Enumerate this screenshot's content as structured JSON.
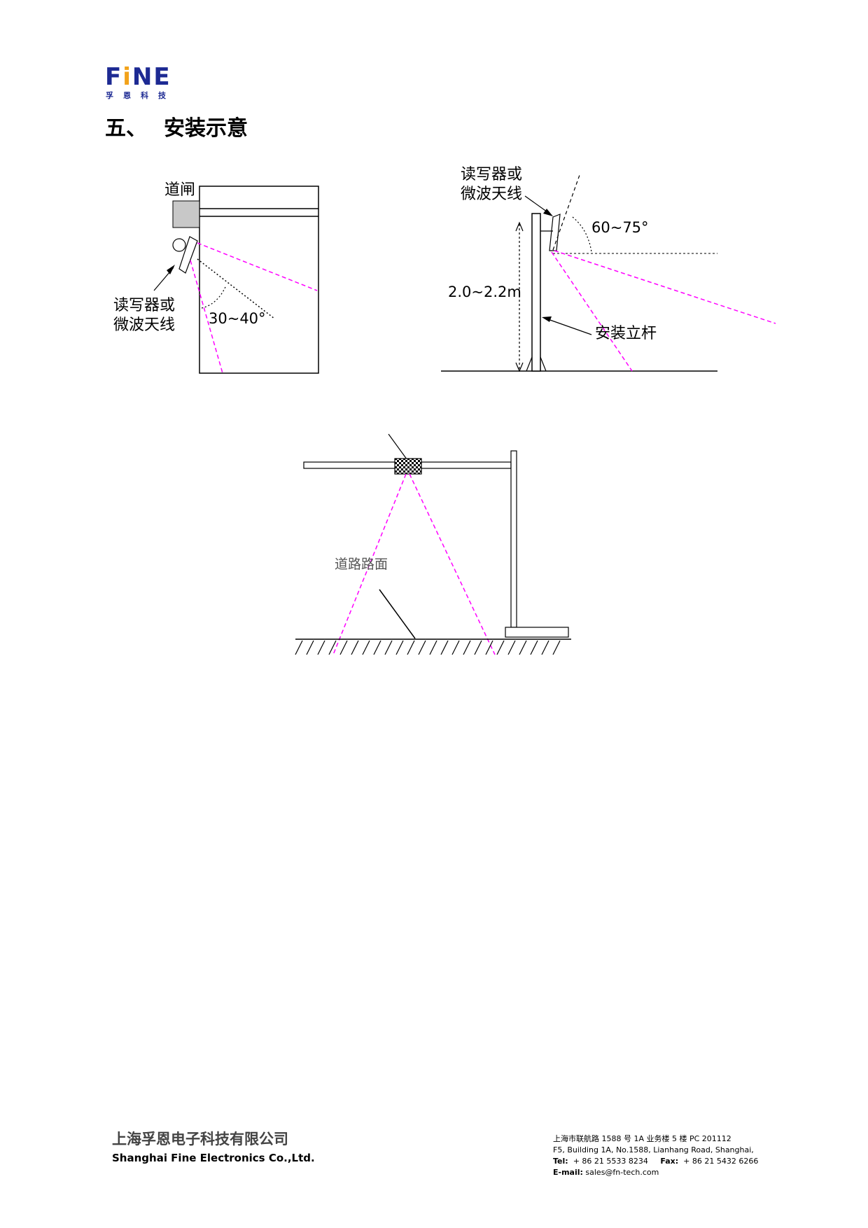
{
  "logo": {
    "word_part1": "F",
    "word_accent": "i",
    "word_part2": "NE",
    "subtitle": "孚恩科技"
  },
  "section": {
    "number": "五、",
    "title": "安装示意"
  },
  "figure1": {
    "gate_label": "道闸",
    "reader_label_line1": "读写器或",
    "reader_label_line2": "微波天线",
    "angle_label": "30~40°"
  },
  "figure2": {
    "reader_label_line1": "读写器或",
    "reader_label_line2": "微波天线",
    "angle_label": "60~75°",
    "height_label": "2.0~2.2m",
    "pole_label": "安装立杆"
  },
  "figure3": {
    "road_label": "道路路面"
  },
  "footer": {
    "company_cn": "上海孚恩电子科技有限公司",
    "company_en": "Shanghai Fine Electronics Co.,Ltd.",
    "address_cn": "上海市联航路 1588 号 1A 业务楼 5 楼   PC  201112",
    "address_en": "F5, Building 1A, No.1588, Lianhang Road, Shanghai,",
    "tel_label": "Tel:",
    "tel_value": "+ 86 21 5533 8234",
    "fax_label": "Fax:",
    "fax_value": "+ 86 21 5432 6266",
    "email_label": "E-mail:",
    "email_value": "sales@fn-tech.com"
  },
  "colors": {
    "logo_blue": "#1d2a93",
    "logo_orange": "#f2a21a",
    "beam_magenta": "#ff00ff"
  }
}
